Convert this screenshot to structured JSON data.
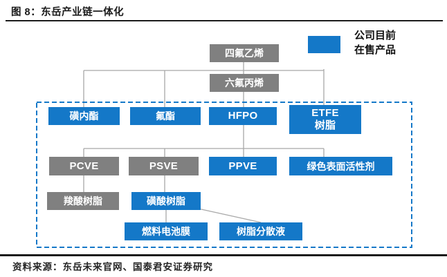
{
  "figure": {
    "title": "图 8：东岳产业链一体化",
    "source": "资料来源：东岳未来官网、国泰君安证券研究"
  },
  "legend": {
    "label": "公司目前\n在售产品",
    "swatch_color": "#1478C8",
    "swatch_meaning": "公司目前在售产品"
  },
  "colors": {
    "on_sale_blue": "#1478C8",
    "intermediate_gray": "#808080",
    "connector_gray": "#A8A8A8",
    "dashed_border_blue": "#1478C8",
    "rule_black": "#1A1A1A"
  },
  "diagram": {
    "nodes": [
      {
        "id": "tfe",
        "label": "四氟乙烯",
        "status": "intermediate"
      },
      {
        "id": "hfp",
        "label": "六氟丙烯",
        "status": "intermediate"
      },
      {
        "id": "sultone",
        "label": "磺内酯",
        "status": "on-sale"
      },
      {
        "id": "fluoroester",
        "label": "氟酯",
        "status": "on-sale"
      },
      {
        "id": "hfpo",
        "label": "HFPO",
        "status": "on-sale"
      },
      {
        "id": "etfe-resin",
        "label": "ETFE\n树脂",
        "status": "on-sale"
      },
      {
        "id": "pcve",
        "label": "PCVE",
        "status": "intermediate"
      },
      {
        "id": "psve",
        "label": "PSVE",
        "status": "intermediate"
      },
      {
        "id": "ppve",
        "label": "PPVE",
        "status": "on-sale"
      },
      {
        "id": "green-surfactant",
        "label": "绿色表面活性剂",
        "status": "on-sale"
      },
      {
        "id": "carboxylic-resin",
        "label": "羧酸树脂",
        "status": "intermediate"
      },
      {
        "id": "sulfonic-resin",
        "label": "磺酸树脂",
        "status": "on-sale"
      },
      {
        "id": "fuel-cell-membrane",
        "label": "燃料电池膜",
        "status": "on-sale"
      },
      {
        "id": "resin-dispersion",
        "label": "树脂分散液",
        "status": "on-sale"
      }
    ],
    "edges": [
      [
        "四氟乙烯",
        "磺内酯"
      ],
      [
        "四氟乙烯",
        "氟酯"
      ],
      [
        "四氟乙烯",
        "六氟丙烯"
      ],
      [
        "四氟乙烯",
        "ETFE树脂"
      ],
      [
        "六氟丙烯",
        "HFPO"
      ],
      [
        "HFPO",
        "PCVE"
      ],
      [
        "HFPO",
        "PSVE"
      ],
      [
        "HFPO",
        "PPVE"
      ],
      [
        "HFPO",
        "绿色表面活性剂"
      ],
      [
        "PCVE",
        "羧酸树脂"
      ],
      [
        "PSVE",
        "磺酸树脂"
      ],
      [
        "磺酸树脂",
        "燃料电池膜"
      ],
      [
        "磺酸树脂",
        "树脂分散液"
      ]
    ]
  }
}
